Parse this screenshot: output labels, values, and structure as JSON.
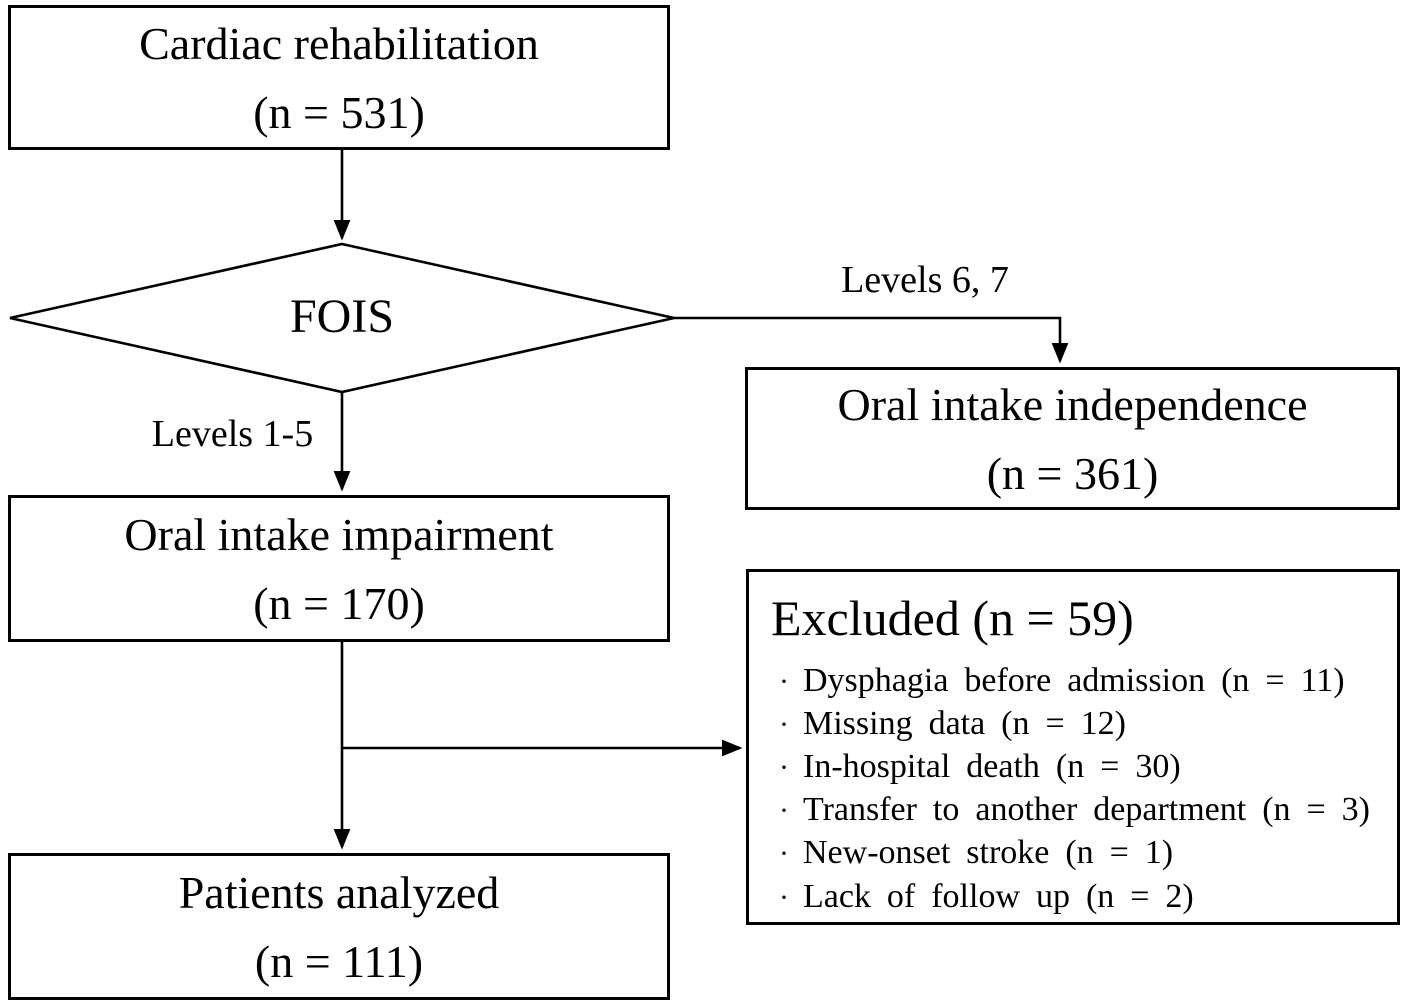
{
  "colors": {
    "line": "#000000",
    "background": "#ffffff",
    "text": "#000000"
  },
  "diagram": {
    "nodes": {
      "cardiac_rehabilitation": {
        "title": "Cardiac rehabilitation",
        "count": "(n = 531)"
      },
      "fois_decision": {
        "label": "FOIS"
      },
      "oral_intake_independence": {
        "title": "Oral intake independence",
        "count": "(n = 361)"
      },
      "oral_intake_impairment": {
        "title": "Oral intake impairment",
        "count": "(n = 170)"
      },
      "excluded": {
        "title": "Excluded (n = 59)",
        "bullet_char": "·",
        "items": [
          "Dysphagia before admission (n = 11)",
          "Missing data (n = 12)",
          "In-hospital death (n = 30)",
          "Transfer to another department (n = 3)",
          "New-onset stroke (n = 1)",
          "Lack of follow up (n = 2)"
        ]
      },
      "patients_analyzed": {
        "title": "Patients analyzed",
        "count": "(n = 111)"
      }
    },
    "edge_labels": {
      "levels_6_7": "Levels 6, 7",
      "levels_1_5": "Levels 1-5"
    }
  }
}
